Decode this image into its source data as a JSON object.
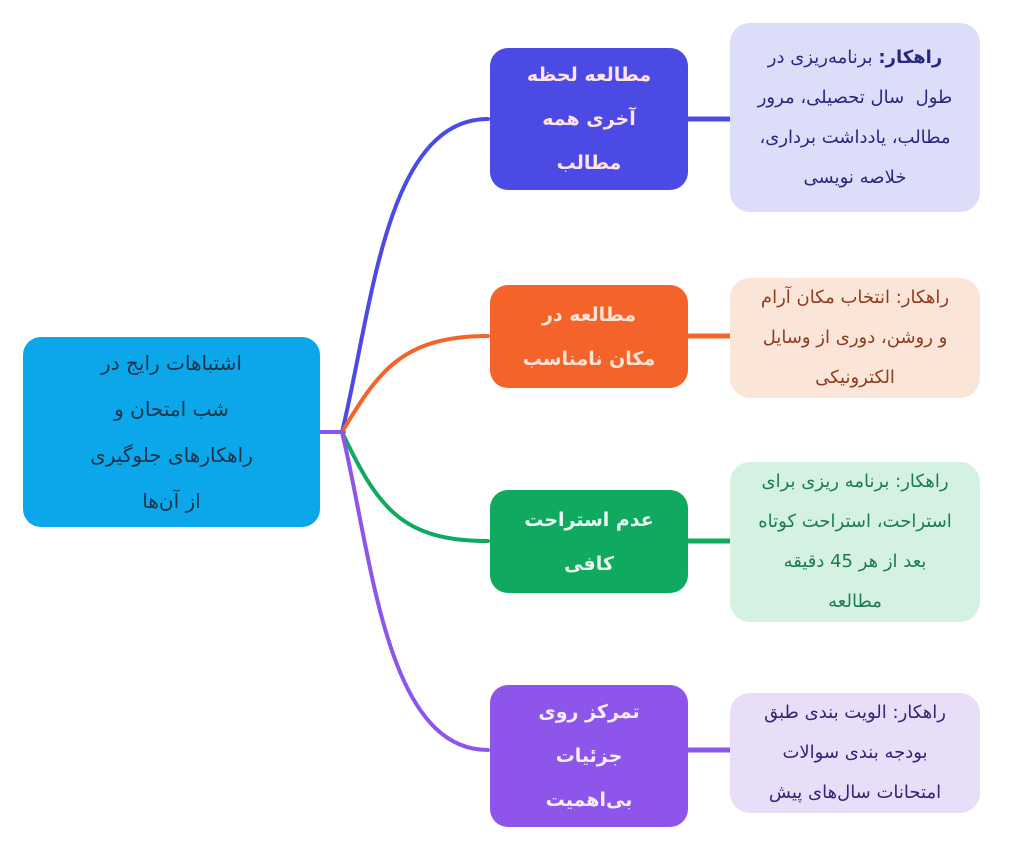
{
  "palette": {
    "background": "#ffffff",
    "center_bg": "#0ba7ea",
    "center_text": "#1d3347",
    "branch1_accent": "#4b4ae5",
    "branch1_light_bg": "#dcddf9",
    "branch1_dark_text": "#27297d",
    "branch2_accent": "#f4632a",
    "branch2_light_bg": "#fbe5d8",
    "branch2_dark_text": "#8c3d20",
    "branch3_accent": "#0fa95f",
    "branch3_light_bg": "#d5f1e2",
    "branch3_dark_text": "#1d7c4e",
    "branch4_accent": "#8d55e9",
    "branch4_light_bg": "#e9def8",
    "branch4_dark_text": "#332577"
  },
  "center": {
    "lines": [
      "اشتباهات رایج در",
      "شب امتحان و",
      "راهکارهای جلوگیری",
      "از آن‌ها"
    ]
  },
  "branches": [
    {
      "name": "last-minute-study",
      "node_lines": [
        "مطالعه لحظه",
        "آخری همه",
        "مطالب"
      ],
      "detail_prefix": "راهکار:",
      "detail_line1_rest": "برنامه‌ریزی در",
      "detail_lines": [
        "طول  سال تحصیلی، مرور",
        "مطالب، یادداشت برداری،",
        "خلاصه نویسی"
      ]
    },
    {
      "name": "unsuitable-study-location",
      "node_lines": [
        "مطالعه در",
        "مکان نامناسب"
      ],
      "detail_prefix": "راهکار:",
      "detail_line1_rest": "انتخاب مکان آرام",
      "detail_lines": [
        "و روشن، دوری از وسایل",
        "الکترونیکی"
      ]
    },
    {
      "name": "insufficient-rest",
      "node_lines": [
        "عدم استراحت",
        "کافی"
      ],
      "detail_prefix": "راهکار:",
      "detail_line1_rest": "برنامه ریزی برای",
      "detail_lines": [
        "استراحت، استراحت کوتاه",
        "بعد از هر 45 دقیقه",
        "مطالعه"
      ]
    },
    {
      "name": "focus-on-unimportant-details",
      "node_lines": [
        "تمرکز روی",
        "جزئیات",
        "بی‌اهمیت"
      ],
      "detail_prefix": "راهکار:",
      "detail_line1_rest": "الویت بندی طبق",
      "detail_lines": [
        "بودجه بندی سوالات",
        "امتحانات سال‌های پیش"
      ]
    }
  ]
}
